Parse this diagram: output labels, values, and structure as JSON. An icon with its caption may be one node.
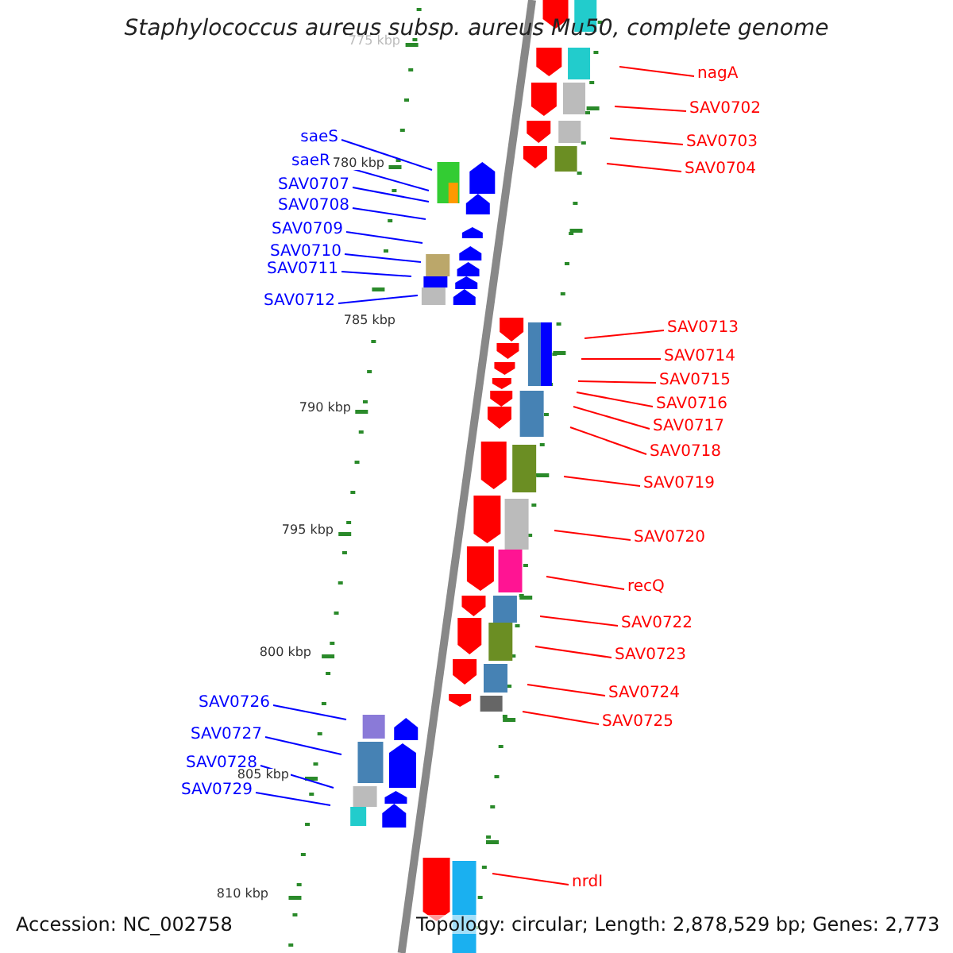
{
  "diagram": {
    "title": "Staphylococcus aureus subsp. aureus Mu50, complete genome",
    "nodes": [
      {
        "text": [
          "saeS"
        ]
      },
      {
        "text": [
          "saeR"
        ]
      },
      {
        "text": [
          "SAV0707"
        ]
      },
      {
        "text": [
          "SAV0708"
        ]
      },
      {
        "text": [
          "SAV0709"
        ]
      },
      {
        "text": [
          "SAV0710"
        ]
      },
      {
        "text": [
          "SAV0711"
        ]
      },
      {
        "text": [
          "SAV0712"
        ]
      },
      {
        "text": [
          "nagA"
        ]
      },
      {
        "text": [
          "SAV0702"
        ]
      },
      {
        "text": [
          "SAV0703"
        ]
      },
      {
        "text": [
          "SAV0704"
        ]
      },
      {
        "text": [
          "SAV0713"
        ]
      },
      {
        "text": [
          "SAV0714"
        ]
      },
      {
        "text": [
          "SAV0715"
        ]
      },
      {
        "text": [
          "SAV0716"
        ]
      },
      {
        "text": [
          "SAV0717"
        ]
      },
      {
        "text": [
          "SAV0718"
        ]
      },
      {
        "text": [
          "SAV0719"
        ]
      },
      {
        "text": [
          "SAV0720"
        ]
      },
      {
        "text": [
          "recQ"
        ]
      },
      {
        "text": [
          "SAV0722"
        ]
      },
      {
        "text": [
          "SAV0723"
        ]
      },
      {
        "text": [
          "SAV0724"
        ]
      },
      {
        "text": [
          "SAV0725"
        ]
      },
      {
        "text": [
          "SAV0726"
        ]
      },
      {
        "text": [
          "SAV0727"
        ]
      },
      {
        "text": [
          "SAV0728"
        ]
      },
      {
        "text": [
          "SAV0729"
        ]
      },
      {
        "text": [
          "nrdI"
        ]
      }
    ],
    "edges": [
      {
        "from": 0,
        "to": null,
        "arrow": "none",
        "color": "#0000ff"
      },
      {
        "from": 1,
        "to": null,
        "arrow": "none",
        "color": "#0000ff"
      },
      {
        "from": 2,
        "to": null,
        "arrow": "none",
        "color": "#0000ff"
      },
      {
        "from": 3,
        "to": null,
        "arrow": "none",
        "color": "#0000ff"
      },
      {
        "from": 4,
        "to": null,
        "arrow": "none",
        "color": "#0000ff"
      },
      {
        "from": 5,
        "to": null,
        "arrow": "none",
        "color": "#0000ff"
      },
      {
        "from": 6,
        "to": null,
        "arrow": "none",
        "color": "#0000ff"
      },
      {
        "from": 7,
        "to": null,
        "arrow": "none",
        "color": "#0000ff"
      },
      {
        "from": 8,
        "to": null,
        "arrow": "none"
      },
      {
        "from": 9,
        "to": null,
        "arrow": "none"
      },
      {
        "from": 10,
        "to": null,
        "arrow": "none"
      },
      {
        "from": 11,
        "to": null,
        "arrow": "none"
      },
      {
        "from": 12,
        "to": null,
        "arrow": "none"
      },
      {
        "from": 13,
        "to": null,
        "arrow": "none"
      },
      {
        "from": 14,
        "to": null,
        "arrow": "none"
      },
      {
        "from": 15,
        "to": null,
        "arrow": "none"
      },
      {
        "from": 16,
        "to": null,
        "arrow": "none"
      },
      {
        "from": 17,
        "to": null,
        "arrow": "none"
      },
      {
        "from": 18,
        "to": null,
        "arrow": "none"
      },
      {
        "from": 19,
        "to": null,
        "arrow": "none"
      },
      {
        "from": 20,
        "to": null,
        "arrow": "none"
      },
      {
        "from": 21,
        "to": null,
        "arrow": "none"
      },
      {
        "from": 22,
        "to": null,
        "arrow": "none"
      },
      {
        "from": 23,
        "to": null,
        "arrow": "none"
      },
      {
        "from": 24,
        "to": null,
        "arrow": "none"
      },
      {
        "from": 25,
        "to": null,
        "arrow": "none",
        "color": "#0000ff"
      },
      {
        "from": 26,
        "to": null,
        "arrow": "none",
        "color": "#0000ff"
      },
      {
        "from": 27,
        "to": null,
        "arrow": "none",
        "color": "#0000ff"
      },
      {
        "from": 28,
        "to": null,
        "arrow": "none",
        "color": "#0000ff"
      },
      {
        "from": 29,
        "to": null,
        "arrow": "none"
      }
    ],
    "labels": [
      "775 kbp",
      "780 kbp",
      "785 kbp",
      "790 kbp",
      "795 kbp",
      "800 kbp",
      "805 kbp",
      "810 kbp",
      "Accession: NC_002758",
      "Topology: circular; Length: 2,878,529 bp; Genes: 2,773"
    ]
  }
}
